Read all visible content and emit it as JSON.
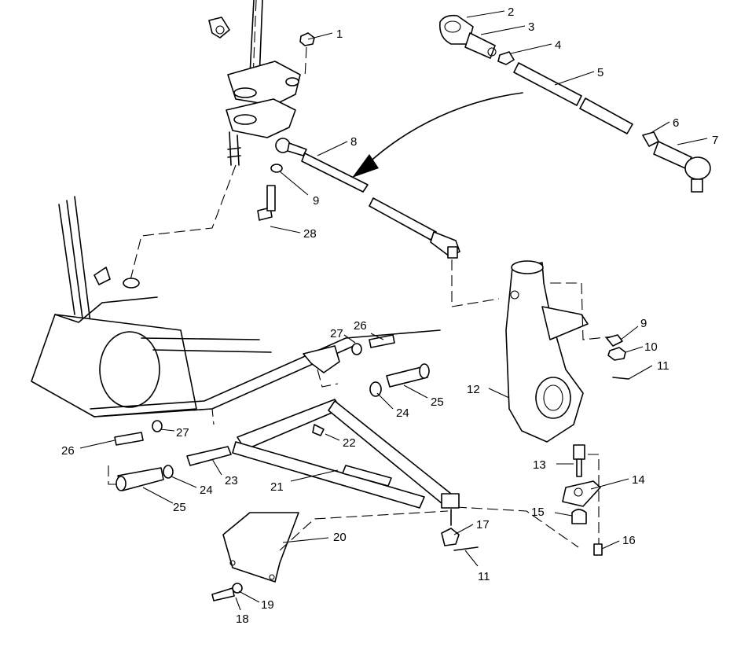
{
  "diagram": {
    "callouts": [
      "1",
      "2",
      "3",
      "4",
      "5",
      "6",
      "7",
      "8",
      "9",
      "9",
      "10",
      "11",
      "11",
      "12",
      "13",
      "14",
      "15",
      "16",
      "17",
      "18",
      "19",
      "20",
      "21",
      "22",
      "23",
      "24",
      "24",
      "25",
      "25",
      "26",
      "26",
      "27",
      "27",
      "28"
    ]
  }
}
